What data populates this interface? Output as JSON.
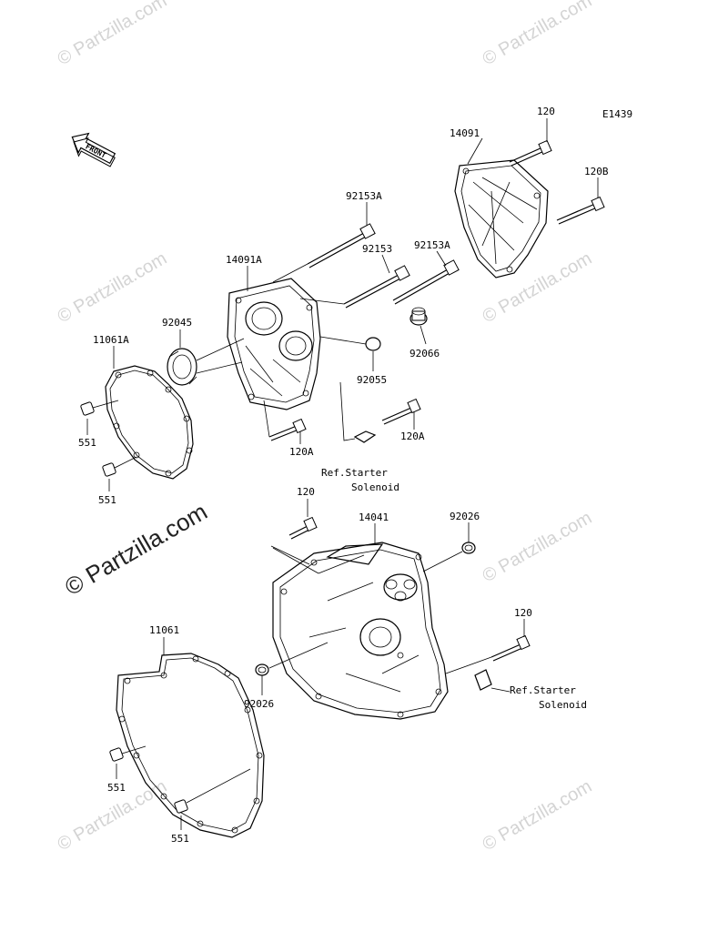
{
  "diagram_code": "E1439",
  "front_label": "FRONT",
  "watermark": {
    "small": "© Partzilla.com",
    "large": "© Partzilla.com"
  },
  "labels": {
    "p120_top": "120",
    "p120b": "120B",
    "p14091": "14091",
    "p92153a_1": "92153A",
    "p92153": "92153",
    "p92153a_2": "92153A",
    "p14091a": "14091A",
    "p92045": "92045",
    "p11061a": "11061A",
    "p92066": "92066",
    "p92055": "92055",
    "p551_1": "551",
    "p551_2": "551",
    "p120a_1": "120A",
    "p120a_2": "120A",
    "ref1_line1": "Ref.Starter",
    "ref1_line2": "Solenoid",
    "p120_mid": "120",
    "p14041": "14041",
    "p92026_1": "92026",
    "p11061": "11061",
    "p120_low": "120",
    "ref2_line1": "Ref.Starter",
    "ref2_line2": "Solenoid",
    "p92026_2": "92026",
    "p551_3": "551",
    "p551_4": "551"
  }
}
